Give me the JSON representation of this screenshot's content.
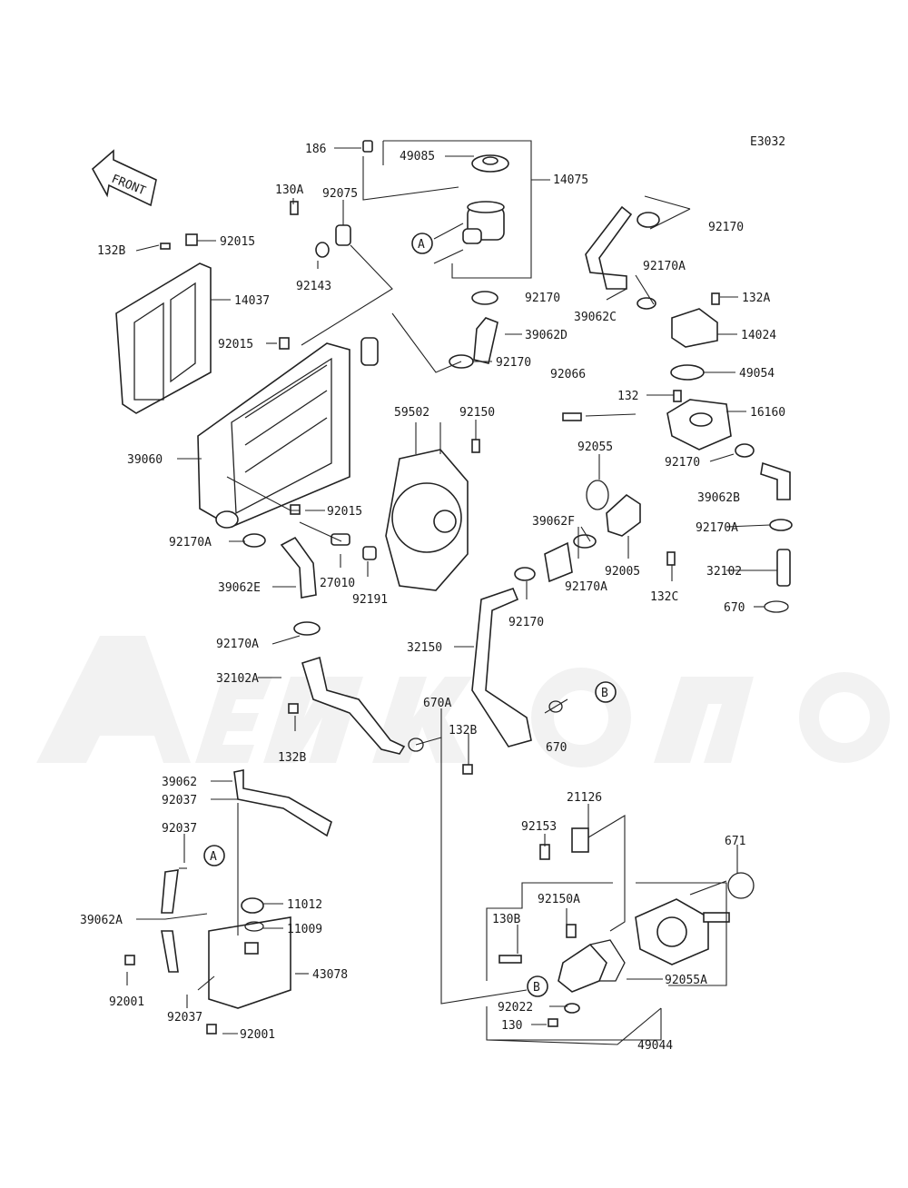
{
  "diagram": {
    "code": "E3032",
    "front_label": "FRONT",
    "callouts": {
      "A": "A",
      "B": "B"
    },
    "labels": {
      "p186": "186",
      "p49085": "49085",
      "p14075": "14075",
      "p130A": "130A",
      "p92075": "92075",
      "p92170_top": "92170",
      "p132B_top": "132B",
      "p92015_top": "92015",
      "p14037": "14037",
      "p92143": "92143",
      "p92170A_top": "92170A",
      "p92170_mid": "92170",
      "p39062C": "39062C",
      "p132A": "132A",
      "p39062D": "39062D",
      "p14024": "14024",
      "p92015_mid": "92015",
      "p92170_mid2": "92170",
      "p92066": "92066",
      "p49054": "49054",
      "p132": "132",
      "p59502": "59502",
      "p92150": "92150",
      "p16160": "16160",
      "p39060": "39060",
      "p92055": "92055",
      "p92170_r": "92170",
      "p39062B": "39062B",
      "p92015_low": "92015",
      "p39062F": "39062F",
      "p92170A_r": "92170A",
      "p92170A_l": "92170A",
      "p92005": "92005",
      "p27010": "27010",
      "p32102": "32102",
      "p39062E": "39062E",
      "p92191": "92191",
      "p92170A_mid": "92170A",
      "p132C": "132C",
      "p92170_c": "92170",
      "p670": "670",
      "p92170A_low": "92170A",
      "p32150": "32150",
      "p32102A": "32102A",
      "p670A": "670A",
      "p132B_low": "132B",
      "p670_low": "670",
      "p132B_left": "132B",
      "p39062": "39062",
      "p92037_a": "92037",
      "p21126": "21126",
      "p92037_b": "92037",
      "p92153": "92153",
      "p671": "671",
      "p11012": "11012",
      "p92150A": "92150A",
      "p39062A": "39062A",
      "p11009": "11009",
      "p130B": "130B",
      "p43078": "43078",
      "p92055A": "92055A",
      "p92001_a": "92001",
      "p92022": "92022",
      "p92037_c": "92037",
      "p130": "130",
      "p92001_b": "92001",
      "p49044": "49044"
    }
  }
}
